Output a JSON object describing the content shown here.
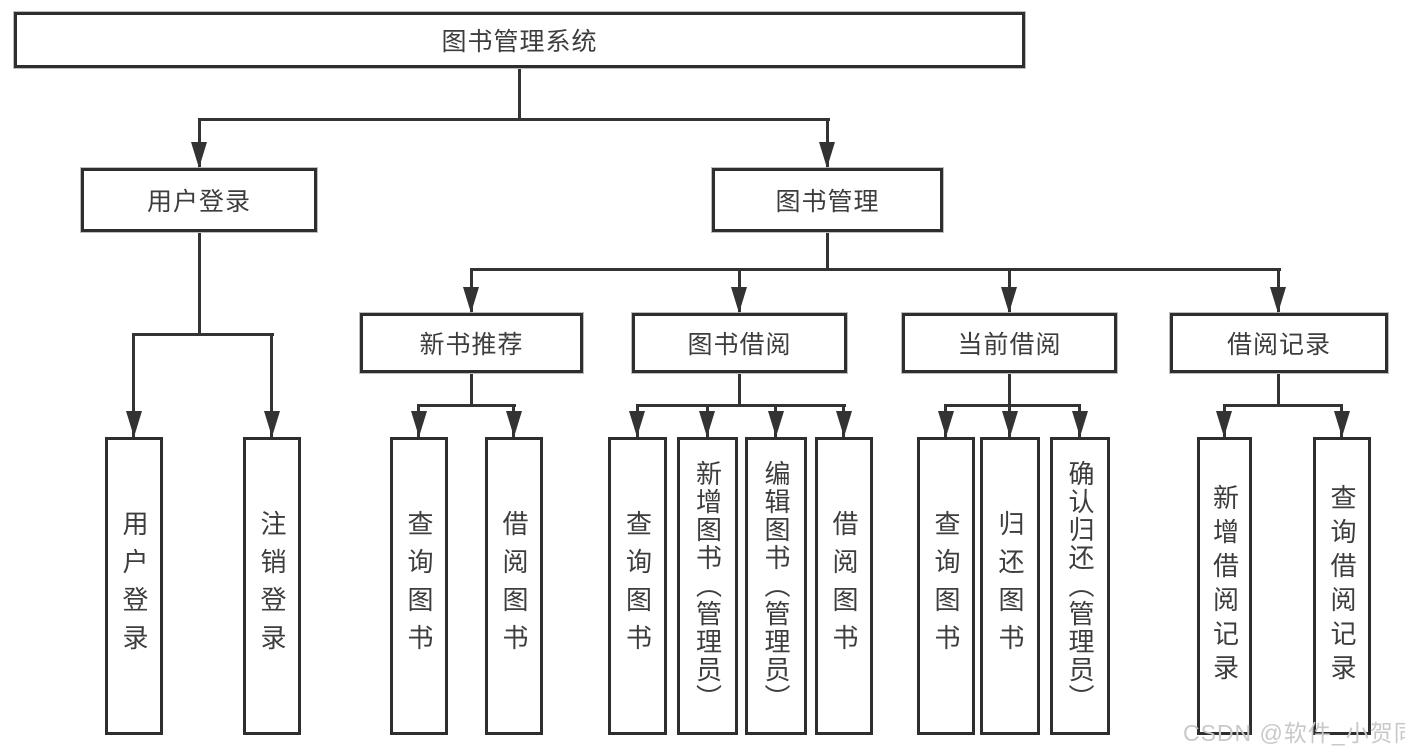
{
  "root": {
    "label": "图书管理系统"
  },
  "level2": [
    {
      "id": "user-login",
      "label": "用户登录",
      "parent": "图书管理系统"
    },
    {
      "id": "book-management",
      "label": "图书管理",
      "parent": "图书管理系统"
    }
  ],
  "level3": [
    {
      "id": "new-book-recommend",
      "label": "新书推荐",
      "parent": "图书管理"
    },
    {
      "id": "book-borrow",
      "label": "图书借阅",
      "parent": "图书管理"
    },
    {
      "id": "current-borrow",
      "label": "当前借阅",
      "parent": "图书管理"
    },
    {
      "id": "borrow-records",
      "label": "借阅记录",
      "parent": "图书管理"
    }
  ],
  "level4": [
    {
      "id": "user-login-leaf",
      "label": "用户登录",
      "parent": "用户登录"
    },
    {
      "id": "logout-leaf",
      "label": "注销登录",
      "parent": "用户登录"
    },
    {
      "id": "query-books-recommend",
      "label": "查询图书",
      "parent": "新书推荐"
    },
    {
      "id": "borrow-books-recommend",
      "label": "借阅图书",
      "parent": "新书推荐"
    },
    {
      "id": "query-books-borrow",
      "label": "查询图书",
      "parent": "图书借阅"
    },
    {
      "id": "add-book-admin",
      "label": "新增图书（管理员）",
      "parent": "图书借阅"
    },
    {
      "id": "edit-book-admin",
      "label": "编辑图书（管理员）",
      "parent": "图书借阅"
    },
    {
      "id": "borrow-books-borrow",
      "label": "借阅图书",
      "parent": "图书借阅"
    },
    {
      "id": "query-books-current",
      "label": "查询图书",
      "parent": "当前借阅"
    },
    {
      "id": "return-book",
      "label": "归还图书",
      "parent": "当前借阅"
    },
    {
      "id": "confirm-return-admin",
      "label": "确认归还（管理员）",
      "parent": "当前借阅"
    },
    {
      "id": "add-borrow-record",
      "label": "新增借阅记录",
      "parent": "借阅记录"
    },
    {
      "id": "query-borrow-record",
      "label": "查询借阅记录",
      "parent": "借阅记录"
    }
  ],
  "watermark": {
    "text": "CSDN @软件_小贺同学"
  },
  "colors": {
    "line": "#333333",
    "box_border": "#2e2e2e",
    "text": "#3d3d3d",
    "watermark": "#c9c9c9",
    "background": "#ffffff"
  }
}
